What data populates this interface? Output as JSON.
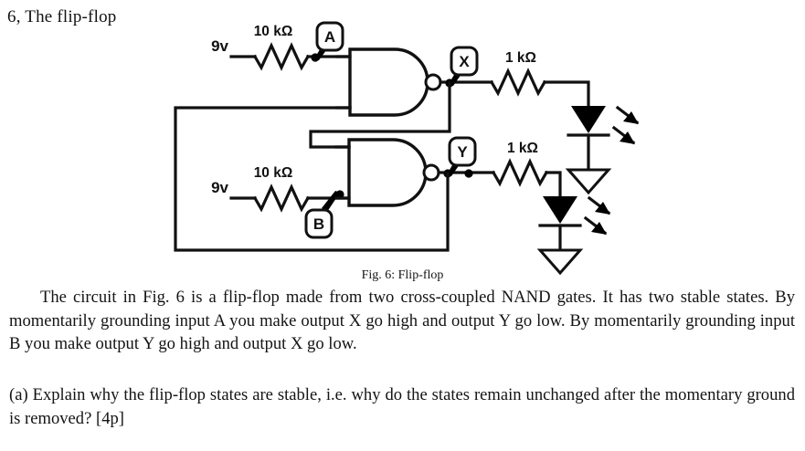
{
  "document": {
    "heading": "6, The flip-flop",
    "figure_caption": "Fig. 6: Flip-flop",
    "paragraph_1": "The circuit in Fig. 6 is a flip-flop made from two cross-coupled NAND gates. It has two stable states. By momentarily grounding input A you make output X go high and output Y go low. By momentarily grounding input B you make output Y go high and output X go low.",
    "paragraph_2": "(a) Explain why the flip-flop states are stable, i.e. why do the states remain unchanged after the momentary ground is removed? [4p]"
  },
  "circuit": {
    "supply_top_label": "9v",
    "supply_bottom_label": "9v",
    "resistor_top_input_label": "10 kΩ",
    "resistor_bottom_input_label": "10 kΩ",
    "resistor_top_output_label": "1 kΩ",
    "resistor_bottom_output_label": "1 kΩ",
    "node_a_label": "A",
    "node_b_label": "B",
    "node_x_label": "X",
    "node_y_label": "Y",
    "gate_type": "NAND",
    "led_count": 2,
    "ground_count": 2,
    "line_color": "#111111",
    "fill_color": "#000000",
    "background": "#ffffff"
  }
}
